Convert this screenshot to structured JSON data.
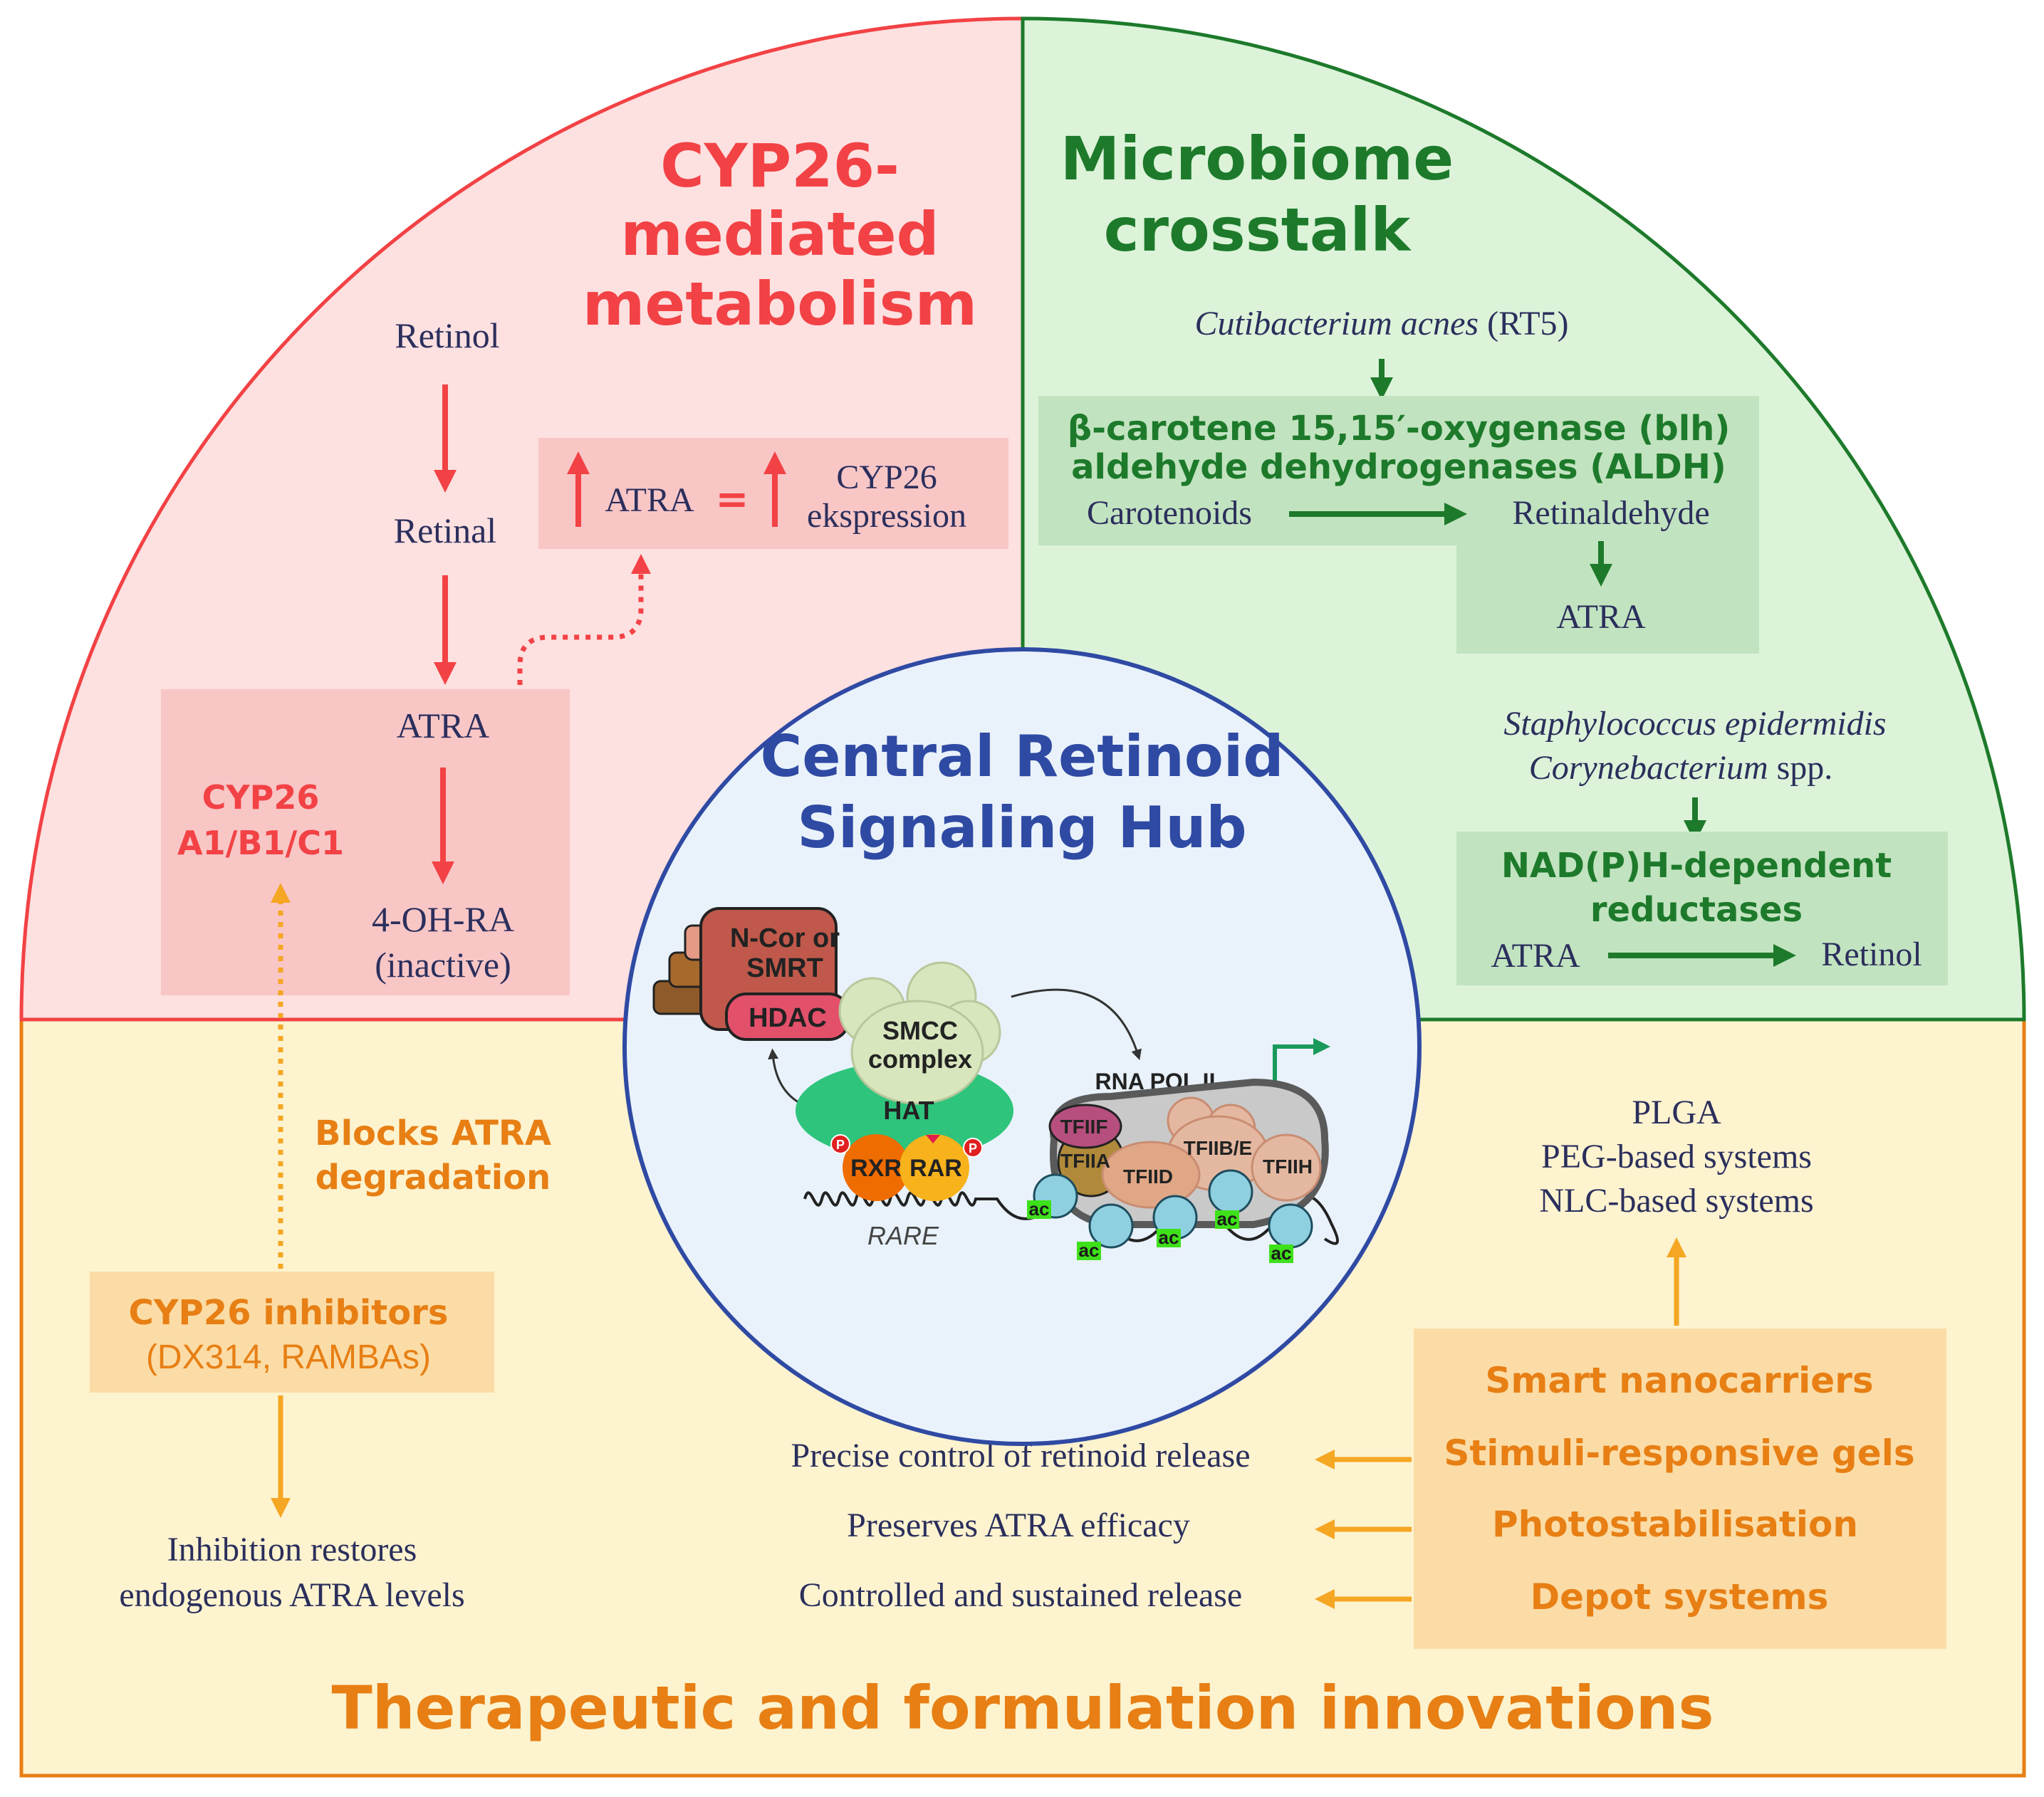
{
  "colors": {
    "red": "#f24245",
    "red_fill": "#fde0e0",
    "red_box": "#f9c6c6",
    "green": "#1d7a2b",
    "green_fill": "#dcf3d9",
    "green_box": "#c2e3c0",
    "orange": "#e77f14",
    "orange_fill": "#fdf3cf",
    "orange_box": "#fbdca6",
    "blue": "#2f4aa3",
    "navy_text": "#2b2f5c",
    "hub_fill": "#e9f2fb"
  },
  "cyp26": {
    "title": [
      "CYP26-",
      "mediated",
      "metabolism"
    ],
    "retinol": "Retinol",
    "retinal": "Retinal",
    "atra": "ATRA",
    "oh_ra": "4-OH-RA",
    "inactive": "(inactive)",
    "enzymes": [
      "CYP26",
      "A1/B1/C1"
    ],
    "feedback_atra": "ATRA",
    "feedback_equals": "=",
    "feedback_expr": [
      "CYP26",
      "ekspression"
    ]
  },
  "microbiome": {
    "title": [
      "Microbiome",
      "crosstalk"
    ],
    "source1_species": "Cutibacterium acnes",
    "source1_strain": "(RT5)",
    "enzymes1": [
      "β-carotene 15,15′-oxygenase (blh)",
      "aldehyde dehydrogenases (ALDH)"
    ],
    "carotenoids": "Carotenoids",
    "retinaldehyde": "Retinaldehyde",
    "atra": "ATRA",
    "source2_species": "Staphylococcus epidermidis",
    "source3_species": "Corynebacterium",
    "source3_suffix": "spp.",
    "enzymes2": [
      "NAD(P)H-dependent",
      "reductases"
    ],
    "atra2": "ATRA",
    "retinol": "Retinol"
  },
  "hub": {
    "title": [
      "Central Retinoid",
      "Signaling Hub"
    ],
    "ncor": [
      "N-Cor or",
      "SMRT"
    ],
    "hdac": "HDAC",
    "smcc": [
      "SMCC",
      "complex"
    ],
    "hat": "HAT",
    "rxr": "RXR",
    "rar": "RAR",
    "p": "P",
    "rare": "RARE",
    "rna_pol": "RNA POL II",
    "tfiif": "TFIIF",
    "tfiia": "TFIIA",
    "tfiid": "TFIID",
    "tfiibe": "TFIIB/E",
    "tfiih": "TFIIH",
    "ac": "ac"
  },
  "therapeutic": {
    "blocks": [
      "Blocks ATRA",
      "degradation"
    ],
    "inhibitors": "CYP26 inhibitors",
    "inhibitors_examples": "(DX314, RAMBAs)",
    "restores": [
      "Inhibition restores",
      "endogenous ATRA levels"
    ],
    "carriers": [
      "PLGA",
      "PEG-based systems",
      "NLC-based systems"
    ],
    "strategies": [
      "Smart nanocarriers",
      "Stimuli-responsive gels",
      "Photostabilisation",
      "Depot systems"
    ],
    "benefits": [
      "Precise control of retinoid release",
      "Preserves ATRA efficacy",
      "Controlled and sustained release"
    ],
    "title": "Therapeutic and formulation innovations"
  }
}
